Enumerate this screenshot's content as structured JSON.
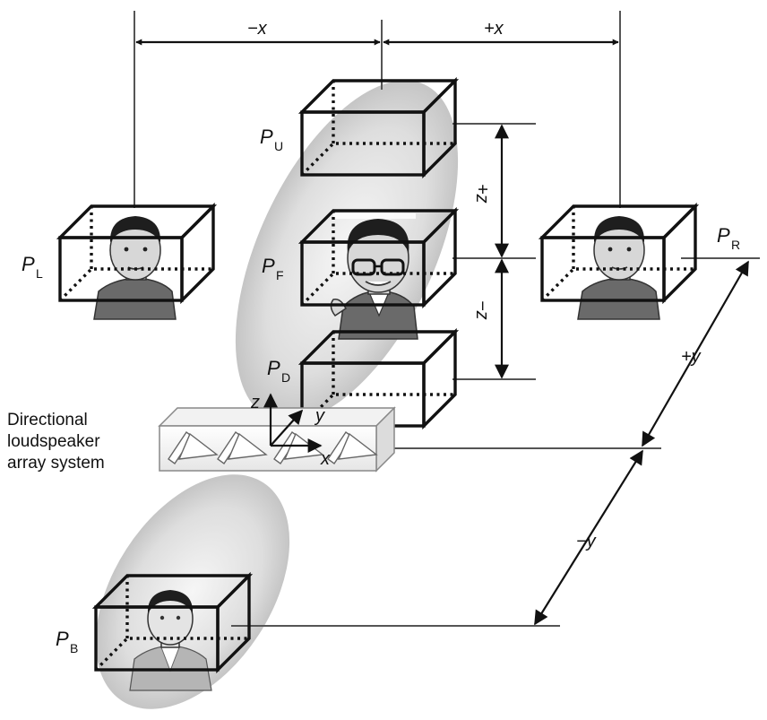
{
  "labels": {
    "neg_x": "−x",
    "pos_x": "+x",
    "pos_z": "+z",
    "neg_z": "−z",
    "pos_y": "+y",
    "neg_y": "−y",
    "P": "P",
    "sub_U": "U",
    "sub_L": "L",
    "sub_F": "F",
    "sub_R": "R",
    "sub_D": "D",
    "sub_B": "B",
    "axis_z": "z",
    "axis_y": "y",
    "axis_x": "x"
  },
  "array_label": [
    "Directional",
    "loudspeaker",
    "array system"
  ]
}
